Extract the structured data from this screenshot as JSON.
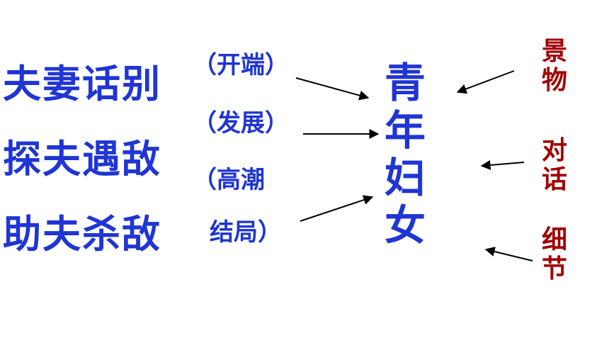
{
  "stages": [
    "夫妻话别",
    "探夫遇敌",
    "助夫杀敌"
  ],
  "phases": [
    "（开端）",
    "（发展）",
    "（高潮",
    "结局）"
  ],
  "center_chars": [
    "青",
    "年",
    "妇",
    "女"
  ],
  "techniques": [
    "景物",
    "对话",
    "细节"
  ],
  "colors": {
    "blue": "#1f35d4",
    "dark_red": "#a10000",
    "arrow": "#000000"
  }
}
